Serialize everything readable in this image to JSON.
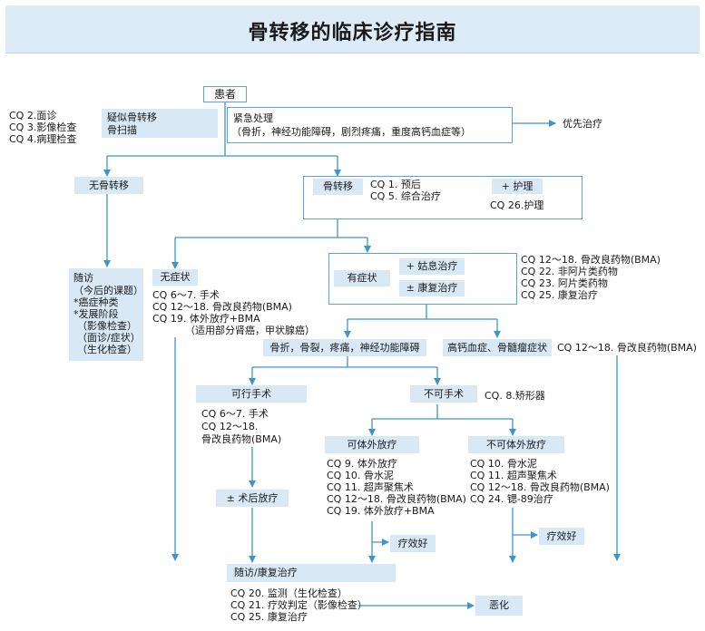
{
  "title": "骨转移的临床诊疗指南",
  "patient": "患者",
  "left_cq": [
    "CQ 2.面诊",
    "CQ 3.影像检查",
    "CQ 4.病理检查"
  ],
  "suspect": [
    "疑似骨转移",
    "骨扫描"
  ],
  "emergency": [
    "紧急处理",
    "（骨折，神经功能障碍，剧烈疼痛，重度高钙血症等）"
  ],
  "priority": "优先治疗",
  "no_meta": "无骨转移",
  "bone_meta": "骨转移",
  "bone_meta_cq": [
    "CQ 1. 预后",
    "CQ 5. 综合治疗"
  ],
  "care_plus": "+ 护理",
  "care_cq": "CQ 26.护理",
  "followup": [
    "随访",
    "（今后的课题）",
    "*癌症种类",
    "*发展阶段",
    "（影像检查）",
    "（面诊/症状）",
    "（生化检查）"
  ],
  "asymptomatic": "无症状",
  "asym_cq": [
    "CQ 6～7. 手术",
    "CQ 12～18. 骨改良药物(BMA)",
    "CQ 19. 体外放疗+BMA",
    "（适用部分肾癌，甲状腺癌）"
  ],
  "symptomatic": "有症状",
  "palliative": "+ 姑息治疗",
  "rehab": "± 康复治疗",
  "sym_cq": [
    "CQ 12～18. 骨改良药物(BMA)",
    "CQ 22. 非阿片类药物",
    "CQ 23. 阿片类药物",
    "CQ 25. 康复治疗"
  ],
  "fracture_box": "骨折，骨裂，疼痛，神经功能障碍",
  "hyper_box": "高钙血症、骨髓瘤症状",
  "hyper_cq": "CQ 12～18. 骨改良药物(BMA)",
  "operable": "可行手术",
  "operable_cq": [
    "CQ 6～7. 手术",
    "CQ 12～18.",
    "骨改良药物(BMA)"
  ],
  "postop": "± 术后放疗",
  "inoperable": "不可手术",
  "inoperable_cq": "CQ. 8.矫形器",
  "rt_ok": "可体外放疗",
  "rt_ok_cq": [
    "CQ 9. 体外放疗",
    "CQ 10. 骨水泥",
    "CQ 11. 超声聚焦术",
    "CQ 12～18. 骨改良药物(BMA)",
    "CQ 19. 体外放疗+BMA"
  ],
  "rt_no": "不可体外放疗",
  "rt_no_cq": [
    "CQ 10. 骨水泥",
    "CQ 11. 超声聚焦术",
    "CQ 12～18. 骨改良药物(BMA)",
    "CQ 24. 锶-89治疗"
  ],
  "effective": "疗效好",
  "followup_rehab": "随访/康复治疗",
  "followup_cq": [
    "CQ 20. 监测（生化检查）",
    "CQ 21. 疗效判定（影像检查）",
    "CQ 25. 康复治疗"
  ],
  "worse": "恶化",
  "colors": {
    "line": "#3d95cf",
    "box_fill": "#d8e8f5",
    "box_border": "#5aa5d6"
  }
}
